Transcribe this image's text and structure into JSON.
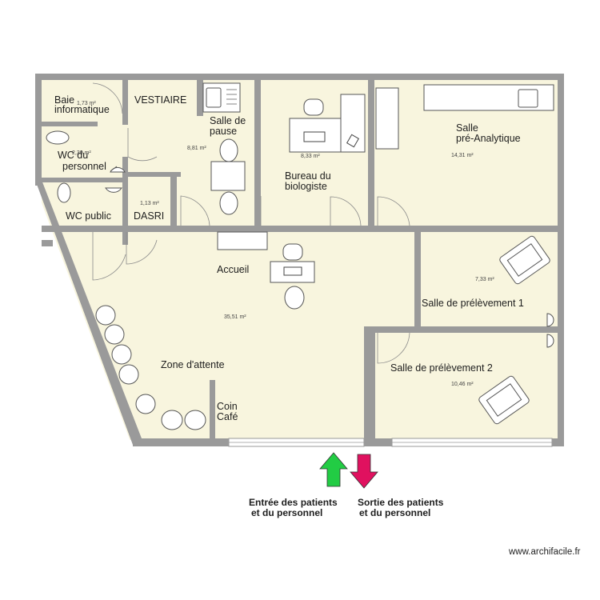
{
  "rooms": {
    "baie": {
      "name_l1": "Baie",
      "name_l2": "informatique",
      "area": "1,73 m²"
    },
    "vestiaire": {
      "name": "VESTIAIRE"
    },
    "salle_pause": {
      "name_l1": "Salle de",
      "name_l2": "pause",
      "area": "8,81 m²"
    },
    "wc_personnel": {
      "name_l1": "WC du",
      "name_l2": "personnel",
      "area": "2,30 m²"
    },
    "wc_public": {
      "name": "WC public"
    },
    "dasri": {
      "name": "DASRI",
      "area": "1,13 m²"
    },
    "bureau": {
      "name_l1": "Bureau du",
      "name_l2": "biologiste",
      "area": "8,33 m²"
    },
    "pre_analytique": {
      "name_l1": "Salle",
      "name_l2": "pré-Analytique",
      "area": "14,31 m²"
    },
    "accueil": {
      "name": "Accueil",
      "area": "35,51 m²"
    },
    "prelevement_1": {
      "name": "Salle de prélèvement 1",
      "area": "7,33 m²"
    },
    "prelevement_2": {
      "name": "Salle de prélèvement 2",
      "area": "10,46 m²"
    },
    "zone_attente": {
      "name": "Zone d'attente"
    },
    "coin_cafe": {
      "name_l1": "Coin",
      "name_l2": "Café"
    }
  },
  "arrows": {
    "entree": {
      "line1": "Entrée des patients",
      "line2": "et du personnel",
      "color": "#22cc44"
    },
    "sortie": {
      "line1": "Sortie des patients",
      "line2": "et du personnel",
      "color": "#e0115f"
    }
  },
  "footer": {
    "brand": "www.archifacile.fr"
  }
}
